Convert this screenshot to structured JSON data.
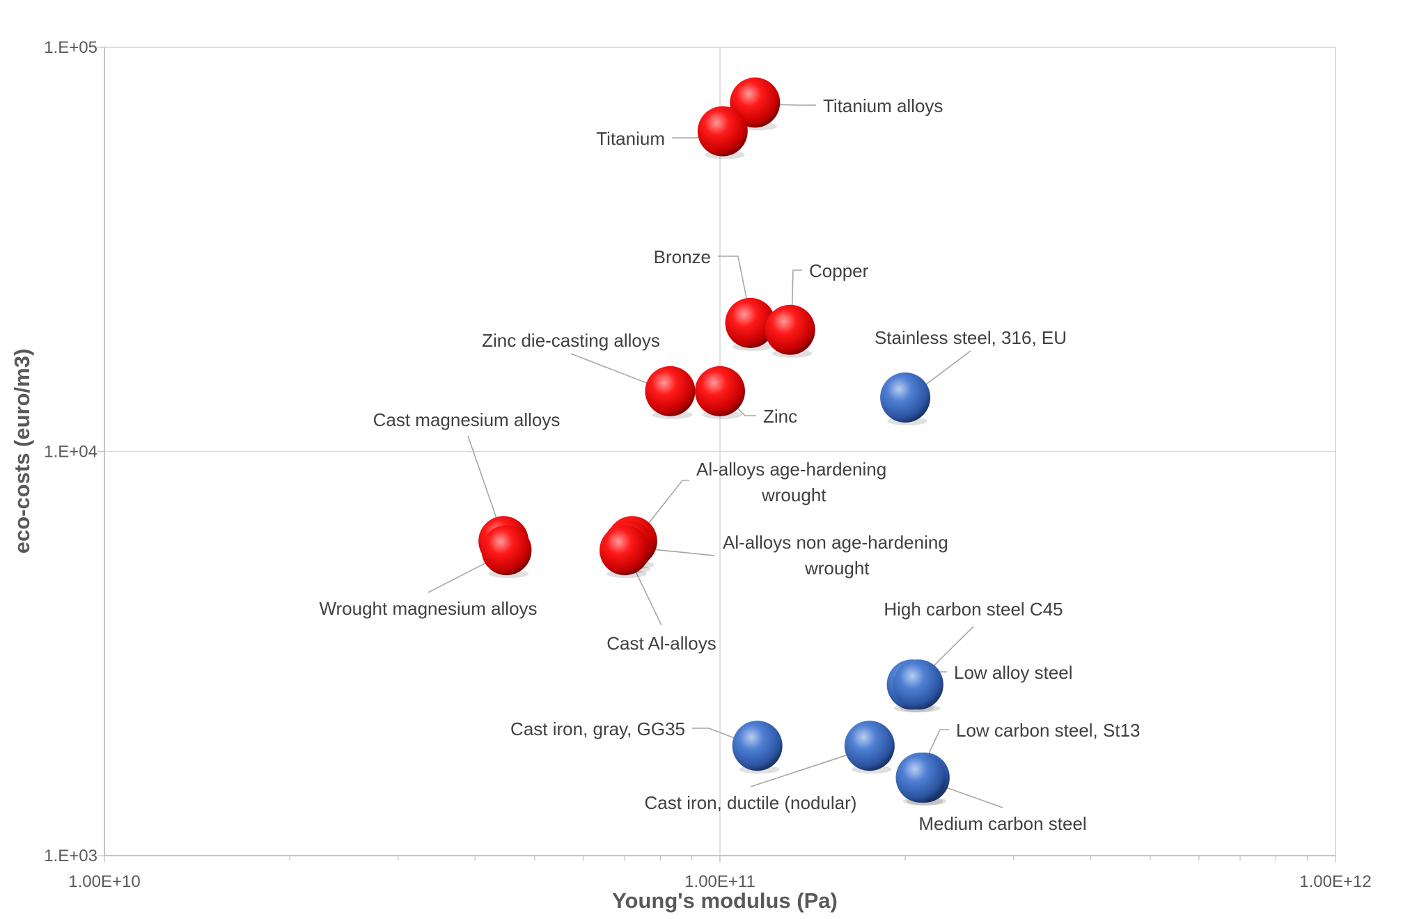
{
  "chart_data": {
    "type": "scatter",
    "xlabel": "Young's modulus (Pa)",
    "ylabel": "eco-costs (euro/m3)",
    "x_scale": "log",
    "y_scale": "log",
    "xlim": [
      10000000000.0,
      1000000000000.0
    ],
    "ylim": [
      1000,
      100000
    ],
    "x_ticks": [
      10000000000.0,
      100000000000.0,
      1000000000000.0
    ],
    "x_tick_labels": [
      "1.00E+10",
      "1.00E+11",
      "1.00E+12"
    ],
    "y_ticks": [
      1000,
      10000,
      100000
    ],
    "y_tick_labels": [
      "1.E+03",
      "1.E+04",
      "1.E+05"
    ],
    "grid": true,
    "legend": "none",
    "colors": {
      "red": "#e00000",
      "blue": "#3a66b8"
    },
    "points": [
      {
        "label": "Titanium alloys",
        "x": 114000000000.0,
        "y": 73000,
        "color": "red"
      },
      {
        "label": "Titanium",
        "x": 101000000000.0,
        "y": 62000,
        "color": "red"
      },
      {
        "label": "Bronze",
        "x": 112000000000.0,
        "y": 20800,
        "color": "red"
      },
      {
        "label": "Copper",
        "x": 130000000000.0,
        "y": 20000,
        "color": "red"
      },
      {
        "label": "Zinc die-casting alloys",
        "x": 83000000000.0,
        "y": 14100,
        "color": "red"
      },
      {
        "label": "Zinc",
        "x": 100000000000.0,
        "y": 14100,
        "color": "red"
      },
      {
        "label": "Stainless steel, 316, EU",
        "x": 200000000000.0,
        "y": 13600,
        "color": "blue"
      },
      {
        "label": "Cast magnesium alloys",
        "x": 44500000000.0,
        "y": 6000,
        "color": "red"
      },
      {
        "label": "Wrought magnesium alloys",
        "x": 45000000000.0,
        "y": 5700,
        "color": "red"
      },
      {
        "label": "Al-alloys age-hardening wrought",
        "x": 72000000000.0,
        "y": 6000,
        "color": "red"
      },
      {
        "label": "Al-alloys non age-hardening wrought",
        "x": 71000000000.0,
        "y": 5850,
        "color": "red"
      },
      {
        "label": "Cast Al-alloys",
        "x": 70000000000.0,
        "y": 5700,
        "color": "red"
      },
      {
        "label": "High carbon steel C45",
        "x": 205000000000.0,
        "y": 2650,
        "color": "blue"
      },
      {
        "label": "Low alloy steel",
        "x": 210000000000.0,
        "y": 2650,
        "color": "blue"
      },
      {
        "label": "Cast iron, gray, GG35",
        "x": 115000000000.0,
        "y": 1870,
        "color": "blue"
      },
      {
        "label": "Cast iron, ductile (nodular)",
        "x": 175000000000.0,
        "y": 1870,
        "color": "blue"
      },
      {
        "label": "Low carbon steel, St13",
        "x": 215000000000.0,
        "y": 1560,
        "color": "blue"
      },
      {
        "label": "Medium carbon steel",
        "x": 212000000000.0,
        "y": 1560,
        "color": "blue"
      }
    ]
  }
}
